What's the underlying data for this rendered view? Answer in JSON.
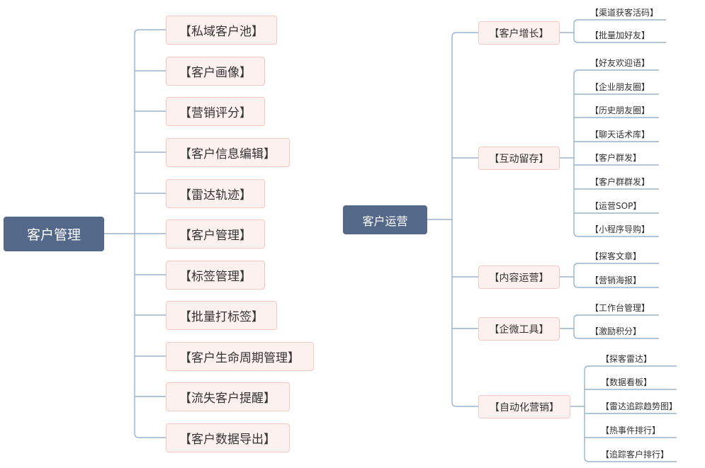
{
  "left_map": {
    "root": "客户管理",
    "items": [
      "【私域客户池】",
      "【客户画像】",
      "【营销评分】",
      "【客户信息编辑】",
      "【雷达轨迹】",
      "【客户管理】",
      "【标签管理】",
      "【批量打标签】",
      "【客户生命周期管理】",
      "【流失客户提醒】",
      "【客户数据导出】"
    ]
  },
  "right_map": {
    "root": "客户运营",
    "groups": [
      {
        "label": "【客户增长】",
        "items": [
          "【渠道获客活码】",
          "【批量加好友】"
        ]
      },
      {
        "label": "【互动留存】",
        "items": [
          "【好友欢迎语】",
          "【企业朋友圈】",
          "【历史朋友圈】",
          "【聊天话术库】",
          "【客户群发】",
          "【客户群群发】",
          "【运营SOP】",
          "【小程序导购】"
        ]
      },
      {
        "label": "【内容运营】",
        "items": [
          "【探客文章】",
          "【营销海报】"
        ]
      },
      {
        "label": "【企微工具】",
        "items": [
          "【工作台管理】",
          "【激励积分】"
        ]
      },
      {
        "label": "【自动化营销】",
        "items": [
          "【探客雷达】",
          "【数据看板】",
          "【雷达追踪趋势图】",
          "【热事件排行】",
          "【追踪客户排行】"
        ]
      }
    ]
  },
  "colors": {
    "root_fill": "#54698a",
    "node_fill": "#fdf1ef",
    "node_border": "#f2c9c3",
    "connector": "#98b4cc"
  }
}
